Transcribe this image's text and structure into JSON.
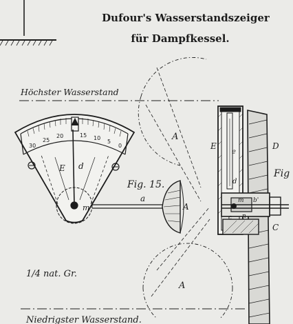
{
  "title": {
    "line1": "Dufour's Wasserstandszeiger",
    "line2": "für Dampfkessel."
  },
  "labels": {
    "hoechster": "Höchster Wasserstand",
    "niedrigster": "Niedrigster Wasserstand.",
    "scale_note": "1/4 nat. Gr.",
    "fig": "Fig. 15.",
    "fig_right": "Fig"
  },
  "letters": {
    "A_top": "A",
    "A_mid": "A",
    "A_bottom": "A",
    "E_left": "E",
    "d_left": "d",
    "m_left": "m",
    "a_rod": "a",
    "E_right": "E",
    "e_right": "e",
    "d_right": "d",
    "D_right": "D",
    "m_right": "m",
    "b_right": "b'",
    "n_right": "n",
    "c_right": "c",
    "C_right": "C"
  },
  "dial": {
    "ticks": [
      "30",
      "25",
      "20",
      "15",
      "10",
      "5",
      "0"
    ]
  },
  "colors": {
    "ink": "#1c1c1c",
    "paper": "#ebebe8"
  }
}
